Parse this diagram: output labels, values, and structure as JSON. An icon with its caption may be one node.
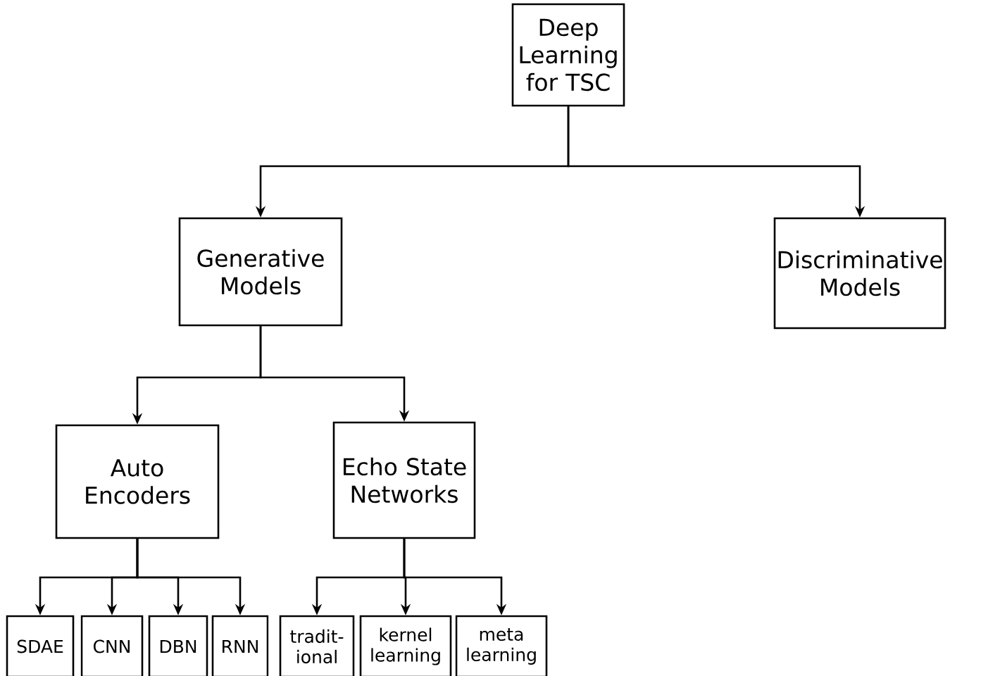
{
  "diagram": {
    "nodes": [
      {
        "text": [
          "Deep Learning for TSC"
        ]
      },
      {
        "text": [
          "Generative Models"
        ]
      },
      {
        "text": [
          "Discriminative Models"
        ]
      },
      {
        "text": [
          "Auto Encoders"
        ]
      },
      {
        "text": [
          "Echo State Networks"
        ]
      },
      {
        "text": [
          "SDAE"
        ]
      },
      {
        "text": [
          "CNN"
        ]
      },
      {
        "text": [
          "DBN"
        ]
      },
      {
        "text": [
          "RNN"
        ]
      },
      {
        "text": [
          "tradit- ional"
        ]
      },
      {
        "text": [
          "kernel learning"
        ]
      },
      {
        "text": [
          "meta learning"
        ]
      }
    ],
    "edges": [
      {
        "from": 0,
        "to": 1,
        "arrow": "to"
      },
      {
        "from": 0,
        "to": 2,
        "arrow": "to"
      },
      {
        "from": 1,
        "to": 3,
        "arrow": "to"
      },
      {
        "from": 1,
        "to": 4,
        "arrow": "to"
      },
      {
        "from": 3,
        "to": 5,
        "arrow": "to"
      },
      {
        "from": 3,
        "to": 6,
        "arrow": "to"
      },
      {
        "from": 3,
        "to": 7,
        "arrow": "to"
      },
      {
        "from": 3,
        "to": 8,
        "arrow": "to"
      },
      {
        "from": 4,
        "to": 9,
        "arrow": "to"
      },
      {
        "from": 4,
        "to": 10,
        "arrow": "to"
      },
      {
        "from": 4,
        "to": 11,
        "arrow": "to"
      }
    ]
  }
}
